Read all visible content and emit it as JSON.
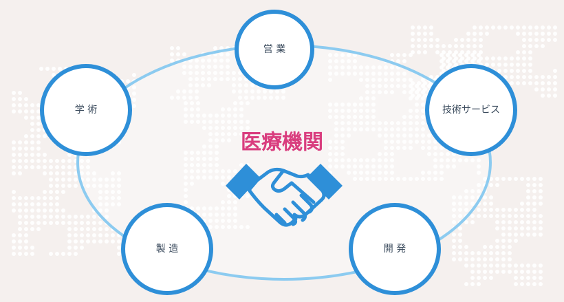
{
  "center": {
    "title": "医療機関",
    "icon": "handshake-icon"
  },
  "nodes": [
    {
      "id": "sales",
      "label": "営 業"
    },
    {
      "id": "academic",
      "label": "学 術"
    },
    {
      "id": "tech-service",
      "label": "技術サービス"
    },
    {
      "id": "manufacturing",
      "label": "製 造"
    },
    {
      "id": "development",
      "label": "開 発"
    }
  ],
  "colors": {
    "background": "#f5f0ee",
    "ellipse": "#8ccbf0",
    "node_border": "#2e8fd8",
    "node_fill": "#ffffff",
    "title": "#d93d7e",
    "icon": "#2e8fd8",
    "map_dots": "#ffffff"
  }
}
